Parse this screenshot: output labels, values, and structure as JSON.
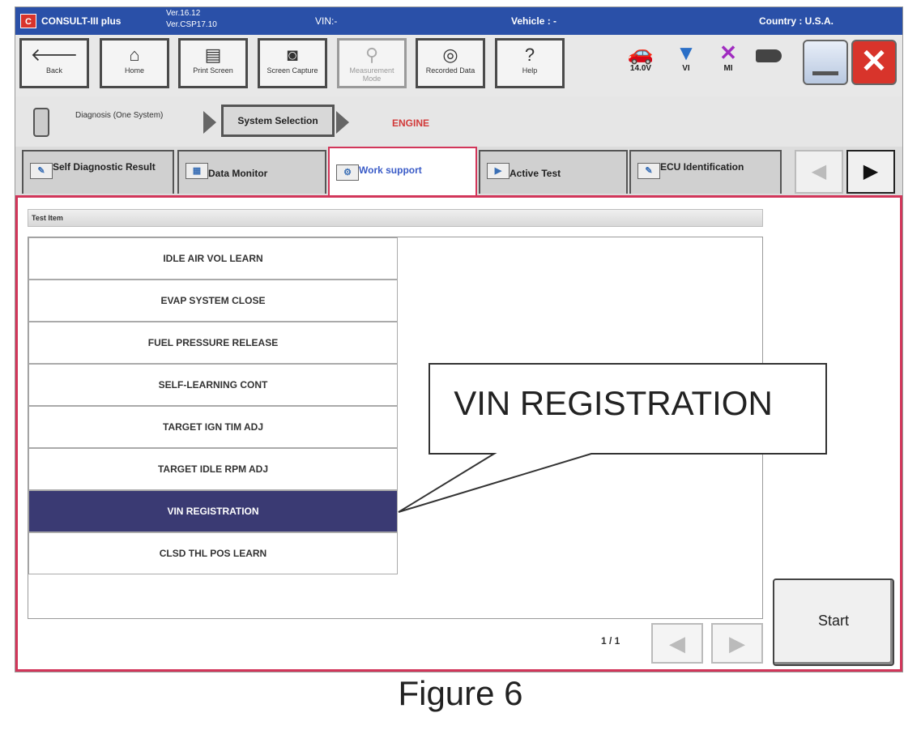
{
  "titlebar": {
    "app_name": "CONSULT-III plus",
    "version_line1": "Ver.16.12",
    "version_line2": "Ver.CSP17.10",
    "vin": "VIN:-",
    "vehicle": "Vehicle : -",
    "country": "Country : U.S.A."
  },
  "toolbar": {
    "back": "Back",
    "home": "Home",
    "print_screen": "Print Screen",
    "screen_capture": "Screen Capture",
    "measurement_mode": "Measurement Mode",
    "recorded_data": "Recorded Data",
    "help": "Help",
    "voltage": "14.0V",
    "vi": "VI",
    "mi": "MI"
  },
  "breadcrumb": {
    "step1": "Diagnosis (One System)",
    "step2": "System Selection",
    "step3": "ENGINE"
  },
  "tabs": [
    {
      "label": "Self Diagnostic Result",
      "active": false
    },
    {
      "label": "Data Monitor",
      "active": false
    },
    {
      "label": "Work support",
      "active": true
    },
    {
      "label": "Active Test",
      "active": false
    },
    {
      "label": "ECU Identification",
      "active": false
    }
  ],
  "list": {
    "header": "Test Item",
    "items": [
      "IDLE AIR VOL LEARN",
      "EVAP SYSTEM CLOSE",
      "FUEL PRESSURE RELEASE",
      "SELF-LEARNING CONT",
      "TARGET IGN TIM ADJ",
      "TARGET IDLE RPM ADJ",
      "VIN REGISTRATION",
      "CLSD THL POS LEARN"
    ],
    "selected_index": 6
  },
  "pager": {
    "text": "1 / 1"
  },
  "start_label": "Start",
  "callout_text": "VIN REGISTRATION",
  "caption": "Figure 6",
  "colors": {
    "titlebar": "#2a50a8",
    "active_border": "#d2365a",
    "selected_row": "#3a3a73"
  }
}
